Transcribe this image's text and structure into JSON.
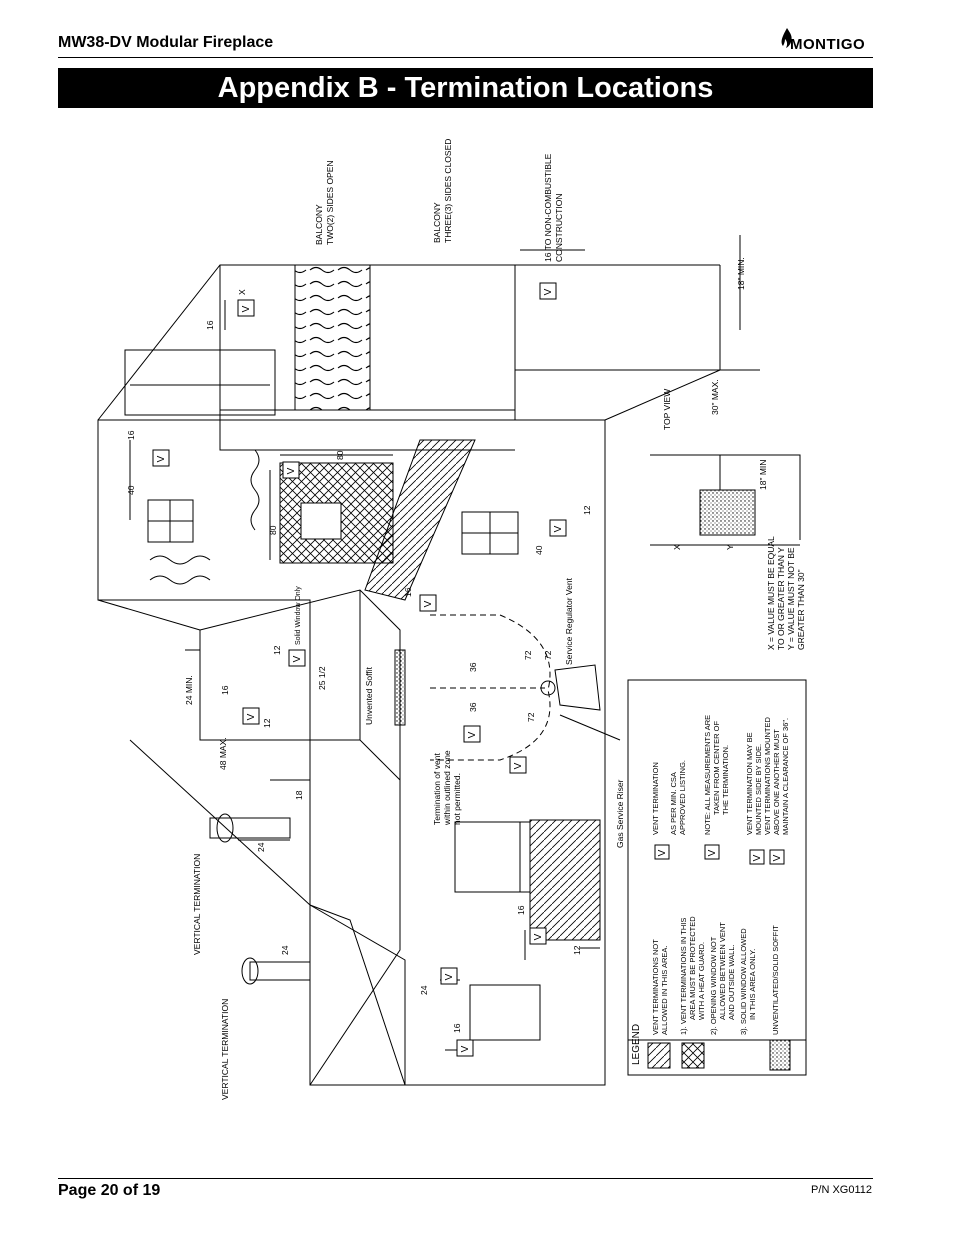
{
  "header": {
    "title": "MW38-DV  Modular Fireplace",
    "logo_text": "MONTIGO"
  },
  "banner": {
    "title": "Appendix B - Termination Locations"
  },
  "diagram": {
    "balcony_open": [
      "BALCONY",
      "TWO(2)  SIDES  OPEN"
    ],
    "balcony_closed": [
      "BALCONY",
      "THREE(3)  SIDES  CLOSED"
    ],
    "noncombustible": [
      "16 TO NON-COMBUSTIBLE",
      "CONSTRUCTION"
    ],
    "top_view": "TOP VIEW",
    "min_18": "18\" MIN.",
    "max_30": "30\" MAX.",
    "min_18b": "18\" MIN",
    "xy_note_1": [
      "X  =  VALUE MUST BE EQUAL",
      "TO OR GREATER THAN Y"
    ],
    "xy_note_2": [
      "Y  =  VALUE MUST NOT BE",
      "GREATER THAN 30\""
    ],
    "vent_letter": "V",
    "dims": {
      "d16": "16",
      "x": "X",
      "y": "Y",
      "d40": "40",
      "d80": "80",
      "d12": "12",
      "d24": "24",
      "d18": "18",
      "d36": "36",
      "d72": "72",
      "d25": "25 1/2",
      "min24": "24  MIN.",
      "max48": "48  MAX."
    },
    "solid_window": "Solid Window Only",
    "service_regulator": "Service  Regulator  Vent",
    "unvented_soffit": "Unvented  Soffit",
    "termination_note": [
      "Termination  of  vent",
      "within  outlined  zone",
      "not  permitted."
    ],
    "gas_riser": "Gas  Service  Riser",
    "vertical_termination": "VERTICAL  TERMINATION",
    "legend": {
      "title": "LEGEND",
      "item1": [
        "VENT  TERMINATIONS  NOT",
        "ALLOWED  IN  THIS  AREA."
      ],
      "item2": [
        "1).  VENT  TERMINATIONS  IN  THIS",
        "AREA  MUST  BE  PROTECTED",
        "WITH  A  HEAT  GUARD.",
        "2).  OPENING  WINDOW  NOT",
        "ALLOWED  BETWEEN  VENT",
        "AND  OUTSIDE  WALL.",
        "3).  SOLID  WINDOW  ALLOWED",
        "IN  THIS  AREA  ONLY."
      ],
      "item3": "UNVENTILATED/SOLID  SOFFIT",
      "v1": [
        "VENT  TERMINATION"
      ],
      "x1": [
        "AS  PER  MIN.  CSA",
        "APPROVED  LISTING."
      ],
      "c1": [
        "NOTE:  ALL  MEASUREMENTS  ARE",
        "TAKEN  FROM  CENTER  OF",
        "THE  TERMINATION."
      ],
      "v2": [
        "VENT  TERMINATION  MAY  BE",
        "MOUNTED  SIDE  BY  SIDE.",
        "VENT  TERMINATIONS  MOUNTED",
        "ABOVE  ONE  ANOTHER  MUST",
        "MAINTAIN  A  CLEARANCE  OF  36\"."
      ]
    }
  },
  "footer": {
    "page": "Page 20 of 19",
    "part_number": "P/N XG0112"
  }
}
